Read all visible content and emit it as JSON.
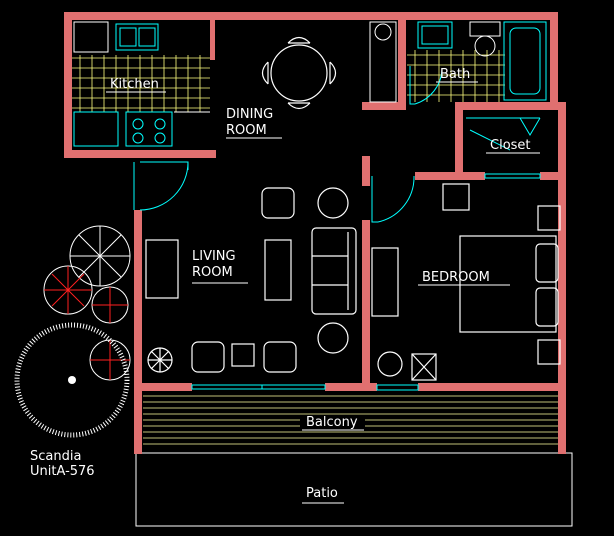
{
  "title_block": {
    "line1": "Scandia",
    "line2": "UnitA-576"
  },
  "rooms": {
    "kitchen": "Kitchen",
    "dining_line1": "DINING",
    "dining_line2": "ROOM",
    "bath": "Bath",
    "closet": "Closet",
    "living_line1": "LIVING",
    "living_line2": "ROOM",
    "bedroom": "BEDROOM",
    "balcony": "Balcony",
    "patio": "Patio"
  },
  "colors": {
    "background": "#000000",
    "wall": "#e07070",
    "fixture": "#00ffff",
    "furniture": "#ffffff",
    "tile": "#ffff80",
    "balcony_lines": "#ffffa0",
    "plant_red": "#ff2020"
  }
}
